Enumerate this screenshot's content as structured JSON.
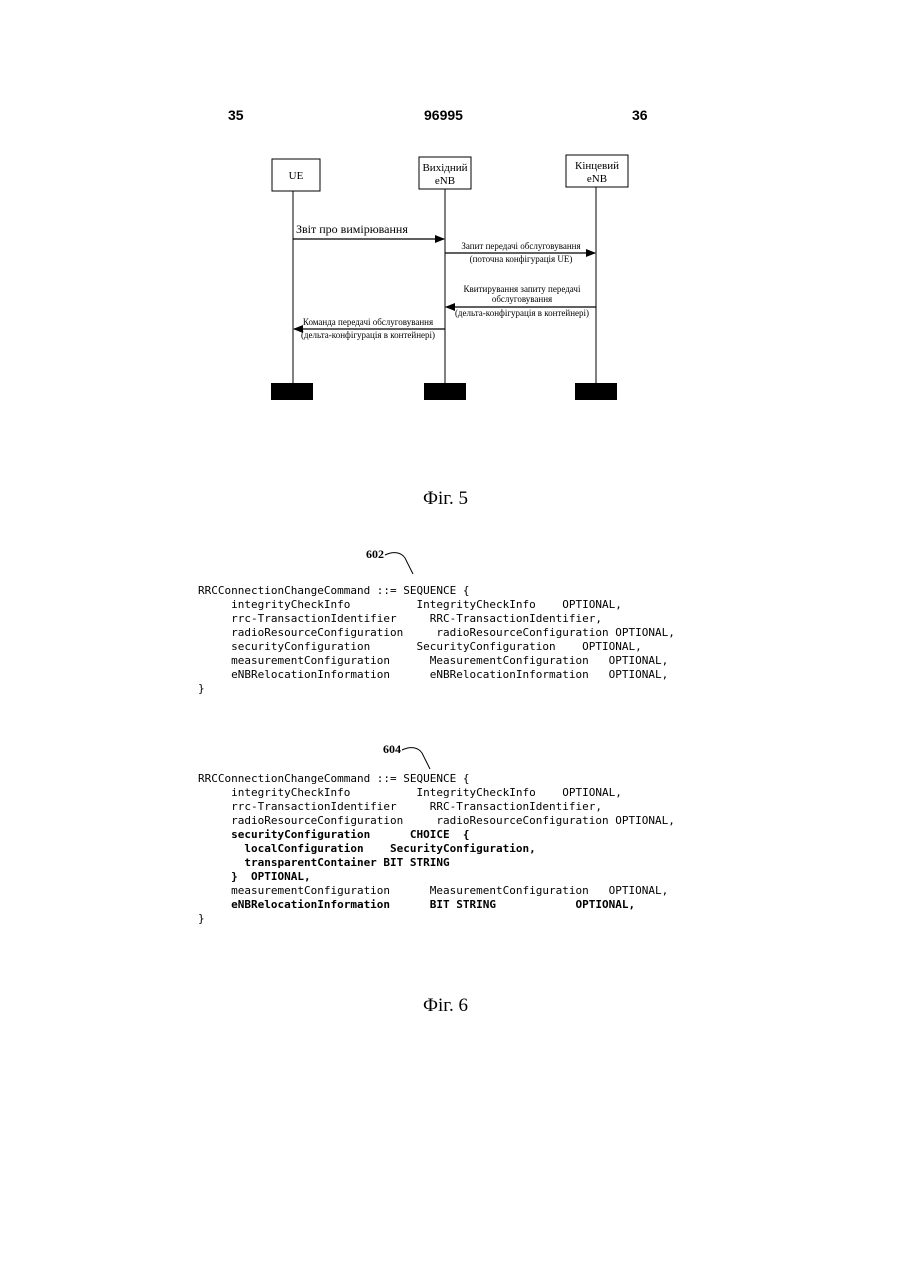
{
  "header": {
    "page_left": "35",
    "doc_number": "96995",
    "page_right": "36"
  },
  "fig5": {
    "entities": {
      "ue": "UE",
      "source": [
        "Вихідний",
        "eNB"
      ],
      "target": [
        "Кінцевий",
        "eNB"
      ]
    },
    "messages": {
      "m1": [
        "Звіт про вимірювання"
      ],
      "m2": [
        "Запит передачі обслуговування",
        "(поточна конфігурація UE)"
      ],
      "m3": [
        "Квитирування запиту передачі",
        "обслуговування",
        "(дельта-конфігурація в контейнері)"
      ],
      "m4": [
        "Команда передачі обслуговування",
        "(дельта-конфігурація в контейнері)"
      ]
    },
    "caption": "Фіг. 5"
  },
  "fig6": {
    "ref_a": "602",
    "ref_b": "604",
    "code_a": [
      "RRCConnectionChangeCommand ::= SEQUENCE {",
      "     integrityCheckInfo          IntegrityCheckInfo    OPTIONAL,",
      "     rrc-TransactionIdentifier     RRC-TransactionIdentifier,",
      "     radioResourceConfiguration     radioResourceConfiguration OPTIONAL,",
      "     securityConfiguration       SecurityConfiguration    OPTIONAL,",
      "     measurementConfiguration      MeasurementConfiguration   OPTIONAL,",
      "     eNBRelocationInformation      eNBRelocationInformation   OPTIONAL,",
      "}"
    ],
    "code_b": [
      "RRCConnectionChangeCommand ::= SEQUENCE {",
      "     integrityCheckInfo          IntegrityCheckInfo    OPTIONAL,",
      "     rrc-TransactionIdentifier     RRC-TransactionIdentifier,",
      "     radioResourceConfiguration     radioResourceConfiguration OPTIONAL,",
      "     securityConfiguration      CHOICE  {",
      "       localConfiguration    SecurityConfiguration,",
      "       transparentContainer BIT STRING",
      "     }  OPTIONAL,",
      "     measurementConfiguration      MeasurementConfiguration   OPTIONAL,",
      "     eNBRelocationInformation      BIT STRING            OPTIONAL,",
      "}"
    ],
    "caption": "Фіг. 6"
  }
}
